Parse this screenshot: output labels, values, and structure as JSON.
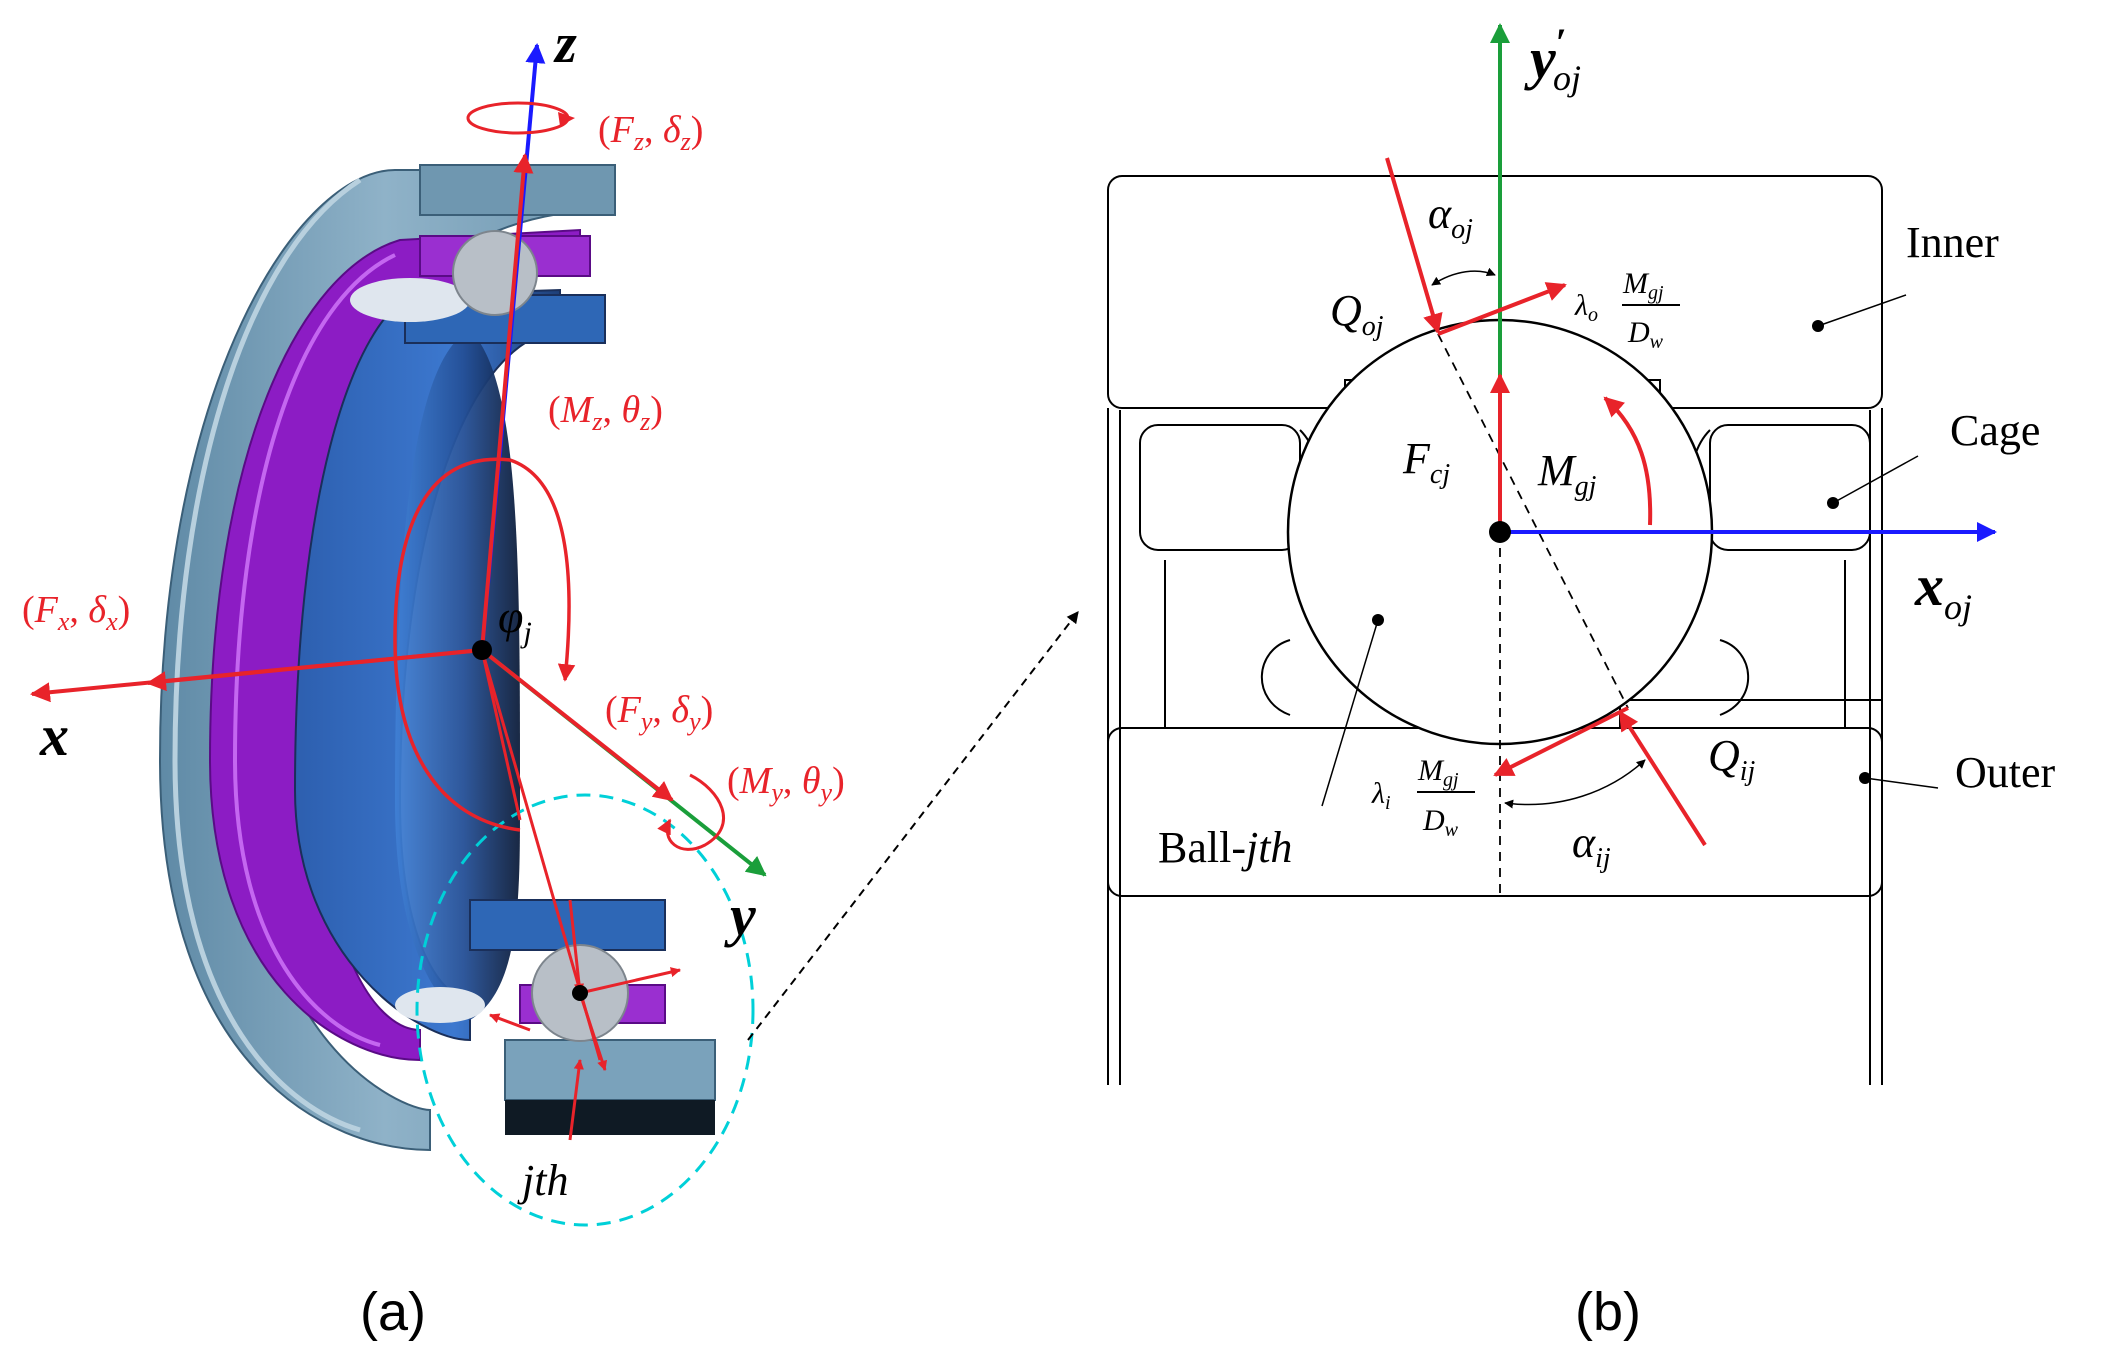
{
  "panel_a": {
    "caption": "(a)",
    "axes": {
      "x": "x",
      "y": "y",
      "z": "z"
    },
    "loads": {
      "fz": {
        "open": "(",
        "F": "F",
        "Fsub": "z",
        "sep": ", ",
        "d": "δ",
        "dsub": "z",
        "close": ")"
      },
      "fx": {
        "open": "(",
        "F": "F",
        "Fsub": "x",
        "sep": ", ",
        "d": "δ",
        "dsub": "x",
        "close": ")"
      },
      "fy": {
        "open": "(",
        "F": "F",
        "Fsub": "y",
        "sep": ", ",
        "d": "δ",
        "dsub": "y",
        "close": ")"
      },
      "mz": {
        "open": "(",
        "M": "M",
        "Msub": "z",
        "sep": ", ",
        "t": "θ",
        "tsub": "z",
        "close": ")"
      },
      "my": {
        "open": "(",
        "M": "M",
        "Msub": "y",
        "sep": ", ",
        "t": "θ",
        "tsub": "y",
        "close": ")"
      }
    },
    "phi": {
      "base": "φ",
      "sub": "j"
    },
    "jth": "jth"
  },
  "panel_b": {
    "caption": "(b)",
    "y_axis": {
      "base": "y",
      "prime": "′",
      "sub": "oj"
    },
    "x_axis": {
      "base": "x",
      "sub": "oj"
    },
    "alpha_o": {
      "base": "α",
      "sub": "oj"
    },
    "alpha_i": {
      "base": "α",
      "sub": "ij"
    },
    "q_o": {
      "base": "Q",
      "sub": "oj"
    },
    "q_i": {
      "base": "Q",
      "sub": "ij"
    },
    "f_c": {
      "base": "F",
      "sub": "cj"
    },
    "m_g": {
      "base": "M",
      "sub": "gj"
    },
    "frac_o": {
      "lambda": "λ",
      "lsub": "o",
      "num": "M",
      "numsub": "gj",
      "den": "D",
      "densub": "w"
    },
    "frac_i": {
      "lambda": "λ",
      "lsub": "i",
      "num": "M",
      "numsub": "gj",
      "den": "D",
      "densub": "w"
    },
    "labels": {
      "inner": "Inner",
      "cage": "Cage",
      "outer": "Outer",
      "ball_prefix": "Ball-",
      "ball_suffix": "jth"
    }
  },
  "colors": {
    "load": "#e8232a",
    "z_axis": "#1a1aff",
    "y_axis": "#1a9e3a",
    "guide": "#00d0d8"
  }
}
